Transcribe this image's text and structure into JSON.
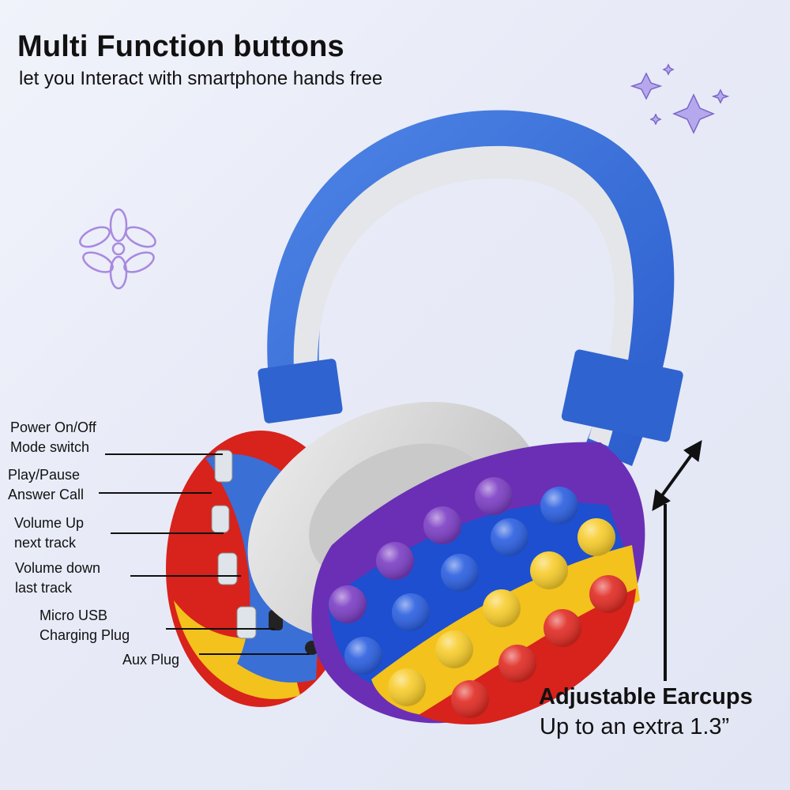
{
  "header": {
    "title": "Multi Function buttons",
    "subtitle": "let you Interact with smartphone hands free"
  },
  "callouts": [
    {
      "line1": "Power On/Off",
      "line2": "Mode switch"
    },
    {
      "line1": "Play/Pause",
      "line2": "Answer Call"
    },
    {
      "line1": "Volume Up",
      "line2": "next track"
    },
    {
      "line1": "Volume down",
      "line2": "last track"
    },
    {
      "line1": "Micro USB",
      "line2": "Charging Plug"
    },
    {
      "line1": "Aux Plug",
      "line2": ""
    }
  ],
  "feature": {
    "title": "Adjustable Earcups",
    "subtitle": "Up to an extra 1.3”"
  },
  "colors": {
    "headband": "#3a6fd6",
    "cushion": "#dcdcdc",
    "pop_purple": "#6b2fb5",
    "pop_blue": "#1d4fd0",
    "pop_yellow": "#f3c21c",
    "pop_red": "#d8221c"
  },
  "icons": [
    "flower-icon",
    "sparkle-icon",
    "double-arrow-icon"
  ]
}
